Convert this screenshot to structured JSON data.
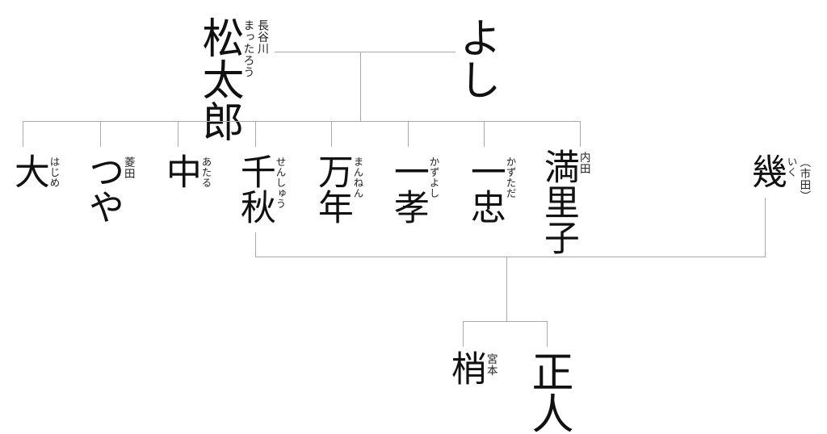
{
  "diagram": {
    "type": "family-tree",
    "title": "",
    "orientation": "vertical-japanese",
    "line_color": "#a8a8a8",
    "text_color": "#111111",
    "background": "#ffffff"
  },
  "people": {
    "matsutaro": {
      "name": "松太郎",
      "furigana": "まったろう",
      "surname": "長谷川"
    },
    "yoshi": {
      "name": "よし",
      "furigana": "",
      "surname": ""
    },
    "hajime": {
      "name": "大",
      "furigana": "はじめ",
      "surname": ""
    },
    "tsuya": {
      "name": "つや",
      "furigana": "",
      "surname": "菱田"
    },
    "ataru": {
      "name": "中",
      "furigana": "あたる",
      "surname": ""
    },
    "senshu": {
      "name": "千秋",
      "furigana": "せんしゅう",
      "surname": ""
    },
    "mannen": {
      "name": "万年",
      "furigana": "まんねん",
      "surname": ""
    },
    "kazuyoshi": {
      "name": "一孝",
      "furigana": "かずよし",
      "surname": ""
    },
    "kazutada": {
      "name": "一忠",
      "furigana": "かずただ",
      "surname": ""
    },
    "mariko": {
      "name": "満里子",
      "furigana": "",
      "surname": "内田"
    },
    "iku": {
      "name": "幾",
      "furigana": "いく",
      "surname": "（市田）"
    },
    "kozue": {
      "name": "梢",
      "furigana": "",
      "surname": "宮本"
    },
    "masato": {
      "name": "正人",
      "furigana": "",
      "surname": ""
    }
  },
  "generations": {
    "gen1_label": "",
    "gen2_label": "",
    "gen3_label": ""
  }
}
